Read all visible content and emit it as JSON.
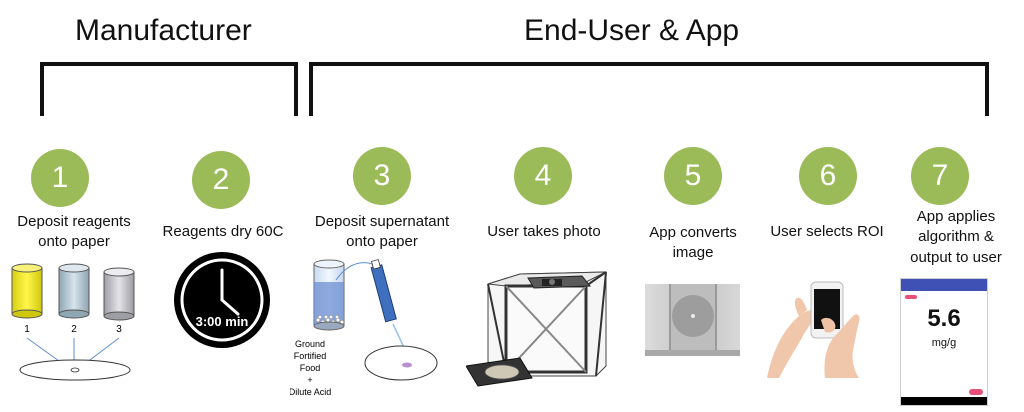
{
  "groups": {
    "manufacturer": "Manufacturer",
    "end_user_app": "End-User & App"
  },
  "steps": [
    {
      "number": "1",
      "label_line1": "Deposit reagents",
      "label_line2": "onto paper"
    },
    {
      "number": "2",
      "label_line1": "Reagents dry 60C"
    },
    {
      "number": "3",
      "label_line1": "Deposit supernatant",
      "label_line2": "onto paper"
    },
    {
      "number": "4",
      "label_line1": "User takes photo"
    },
    {
      "number": "5",
      "label_line1": "App converts",
      "label_line2": "image"
    },
    {
      "number": "6",
      "label_line1": "User selects ROI"
    },
    {
      "number": "7",
      "label_line1": "App applies",
      "label_line2": "algorithm &",
      "label_line3": "output to user"
    }
  ],
  "step1": {
    "vial_labels": [
      "1",
      "2",
      "3"
    ]
  },
  "step2": {
    "timer_text": "3:00 min"
  },
  "step3": {
    "sample_lines": [
      "Ground",
      "Fortified",
      "Food",
      "+",
      "Dilute Acid"
    ]
  },
  "step7": {
    "result_value": "5.6",
    "result_unit": "mg/g"
  },
  "colors": {
    "circle": "#9bbb59",
    "vial1": "#f4ec1c",
    "vial2": "#b3c6d1",
    "vial3": "#c2c2c8",
    "app_bar": "#3f51b5",
    "accent_pink": "#e8507a"
  }
}
